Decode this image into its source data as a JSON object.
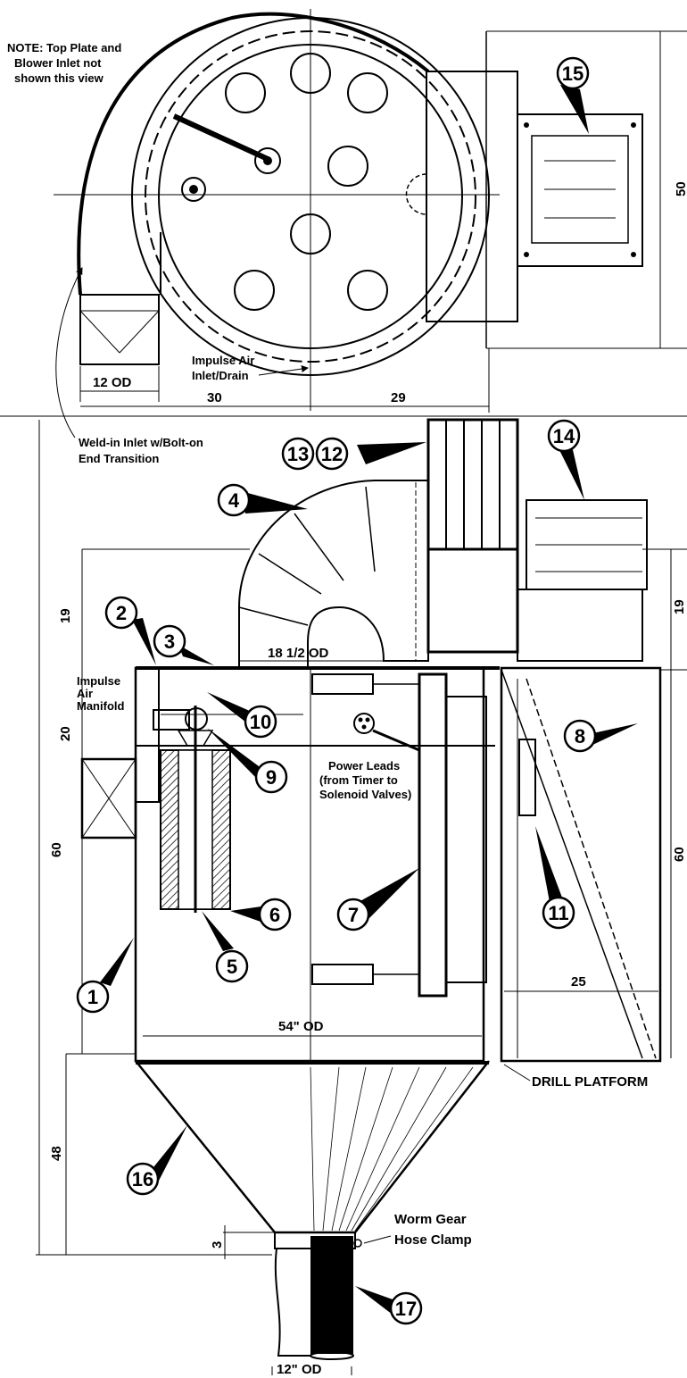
{
  "top_view": {
    "note": [
      "NOTE: Top Plate and",
      "Blower Inlet not",
      "shown this view"
    ],
    "impulse_air_inlet": [
      "Impulse Air",
      "Inlet/Drain"
    ],
    "dims": {
      "inlet_od": "12  OD",
      "left": "30",
      "right": "29",
      "height": "50"
    }
  },
  "side_view": {
    "weld_in_inlet": [
      "Weld-in Inlet w/Bolt-on",
      "End Transition"
    ],
    "impulse_manifold": [
      "Impulse",
      "Air",
      "Manifold"
    ],
    "power_leads": [
      "Power Leads",
      "(from Timer to",
      "Solenoid Valves)"
    ],
    "drill_platform": "DRILL PLATFORM",
    "worm_gear": [
      "Worm Gear",
      "Hose Clamp"
    ],
    "dims": {
      "duct_od": "18 1/2 OD",
      "body_od": "54\" OD",
      "outlet_od": "12\" OD",
      "left_19": "19",
      "left_20": "20",
      "left_60": "60",
      "left_48": "48",
      "left_3": "3",
      "right_19": "19",
      "right_60": "60",
      "right_25": "25"
    }
  },
  "callouts": [
    "1",
    "2",
    "3",
    "4",
    "5",
    "6",
    "7",
    "8",
    "9",
    "10",
    "11",
    "12",
    "13",
    "14",
    "15",
    "16",
    "17"
  ]
}
